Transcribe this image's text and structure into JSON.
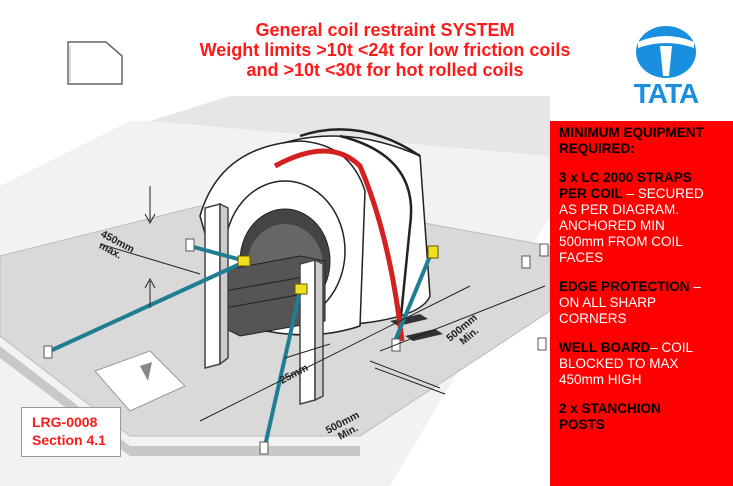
{
  "title": {
    "line1": "General coil restraint SYSTEM",
    "line2": "Weight limits  >10t <24t for low friction coils",
    "line3": "and  >10t <30t for hot rolled coils"
  },
  "logo": {
    "text": "TATA",
    "icon": "tata-logo-icon"
  },
  "reference": {
    "code": "LRG-0008",
    "section": "Section 4.1"
  },
  "labels": {
    "dim_450": [
      "450mm",
      "max."
    ],
    "dim_25": "25mm",
    "dim_500_left": [
      "500mm",
      "Min."
    ],
    "dim_500_right": [
      "500mm",
      "Min."
    ]
  },
  "panel": {
    "header": [
      "MINIMUM EQUIPMENT",
      "REQUIRED:"
    ],
    "item1": {
      "lead": [
        "3 x LC 2000 STRAPS",
        "PER COIL"
      ],
      "rest": " – SECURED",
      "lines": [
        "AS PER DIAGRAM.",
        "ANCHORED MIN",
        "500mm FROM COIL",
        "FACES"
      ]
    },
    "item2": {
      "lead": "EDGE PROTECTION",
      "rest": " –",
      "lines": [
        "ON ALL SHARP",
        "CORNERS"
      ]
    },
    "item3": {
      "lead": "WELL BOARD",
      "rest": "– COIL",
      "lines": [
        "BLOCKED TO MAX",
        "450mm HIGH"
      ]
    },
    "item4": {
      "lead": [
        "2 x STANCHION",
        "POSTS"
      ]
    }
  },
  "colors": {
    "title_red": "#ff1a1a",
    "panel_red": "#ff0000",
    "strap_blue": "#1f7e92",
    "strap_red": "#d42020",
    "logo_blue": "#1a8fe0",
    "ratchet_yellow": "#f0e020"
  }
}
